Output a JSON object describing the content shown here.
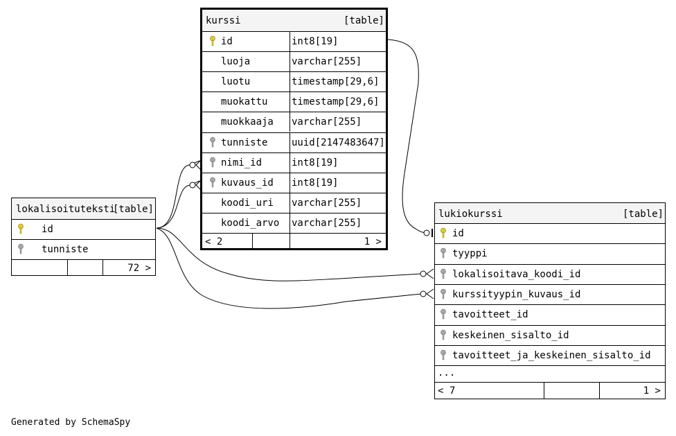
{
  "tables": {
    "kurssi": {
      "name": "kurssi",
      "tag": "[table]",
      "columns": [
        {
          "name": "id",
          "type": "int8[19]",
          "key": "primary"
        },
        {
          "name": "luoja",
          "type": "varchar[255]",
          "key": "none"
        },
        {
          "name": "luotu",
          "type": "timestamp[29,6]",
          "key": "none"
        },
        {
          "name": "muokattu",
          "type": "timestamp[29,6]",
          "key": "none"
        },
        {
          "name": "muokkaaja",
          "type": "varchar[255]",
          "key": "none"
        },
        {
          "name": "tunniste",
          "type": "uuid[2147483647]",
          "key": "foreign"
        },
        {
          "name": "nimi_id",
          "type": "int8[19]",
          "key": "foreign"
        },
        {
          "name": "kuvaus_id",
          "type": "int8[19]",
          "key": "foreign"
        },
        {
          "name": "koodi_uri",
          "type": "varchar[255]",
          "key": "none"
        },
        {
          "name": "koodi_arvo",
          "type": "varchar[255]",
          "key": "none"
        }
      ],
      "footer": {
        "parents": "< 2",
        "rows": "",
        "children": "1 >"
      }
    },
    "lokalisoituteksti": {
      "name": "lokalisoituteksti",
      "tag": "[table]",
      "columns": [
        {
          "name": "id",
          "key": "primary"
        },
        {
          "name": "tunniste",
          "key": "foreign"
        }
      ],
      "footer": {
        "parents": "",
        "rows": "",
        "children": "72 >"
      }
    },
    "lukiokurssi": {
      "name": "lukiokurssi",
      "tag": "[table]",
      "columns": [
        {
          "name": "id",
          "key": "primary"
        },
        {
          "name": "tyyppi",
          "key": "foreign"
        },
        {
          "name": "lokalisoitava_koodi_id",
          "key": "foreign"
        },
        {
          "name": "kurssityypin_kuvaus_id",
          "key": "foreign"
        },
        {
          "name": "tavoitteet_id",
          "key": "foreign"
        },
        {
          "name": "keskeinen_sisalto_id",
          "key": "foreign"
        },
        {
          "name": "tavoitteet_ja_keskeinen_sisalto_id",
          "key": "foreign"
        }
      ],
      "more": "...",
      "footer": {
        "parents": "< 7",
        "rows": "",
        "children": "1 >"
      }
    }
  },
  "colors": {
    "primary_key": "#e6d200",
    "foreign_key": "#a8a8a8",
    "header_bg": "#f4f4f4"
  },
  "credit": "Generated by SchemaSpy"
}
